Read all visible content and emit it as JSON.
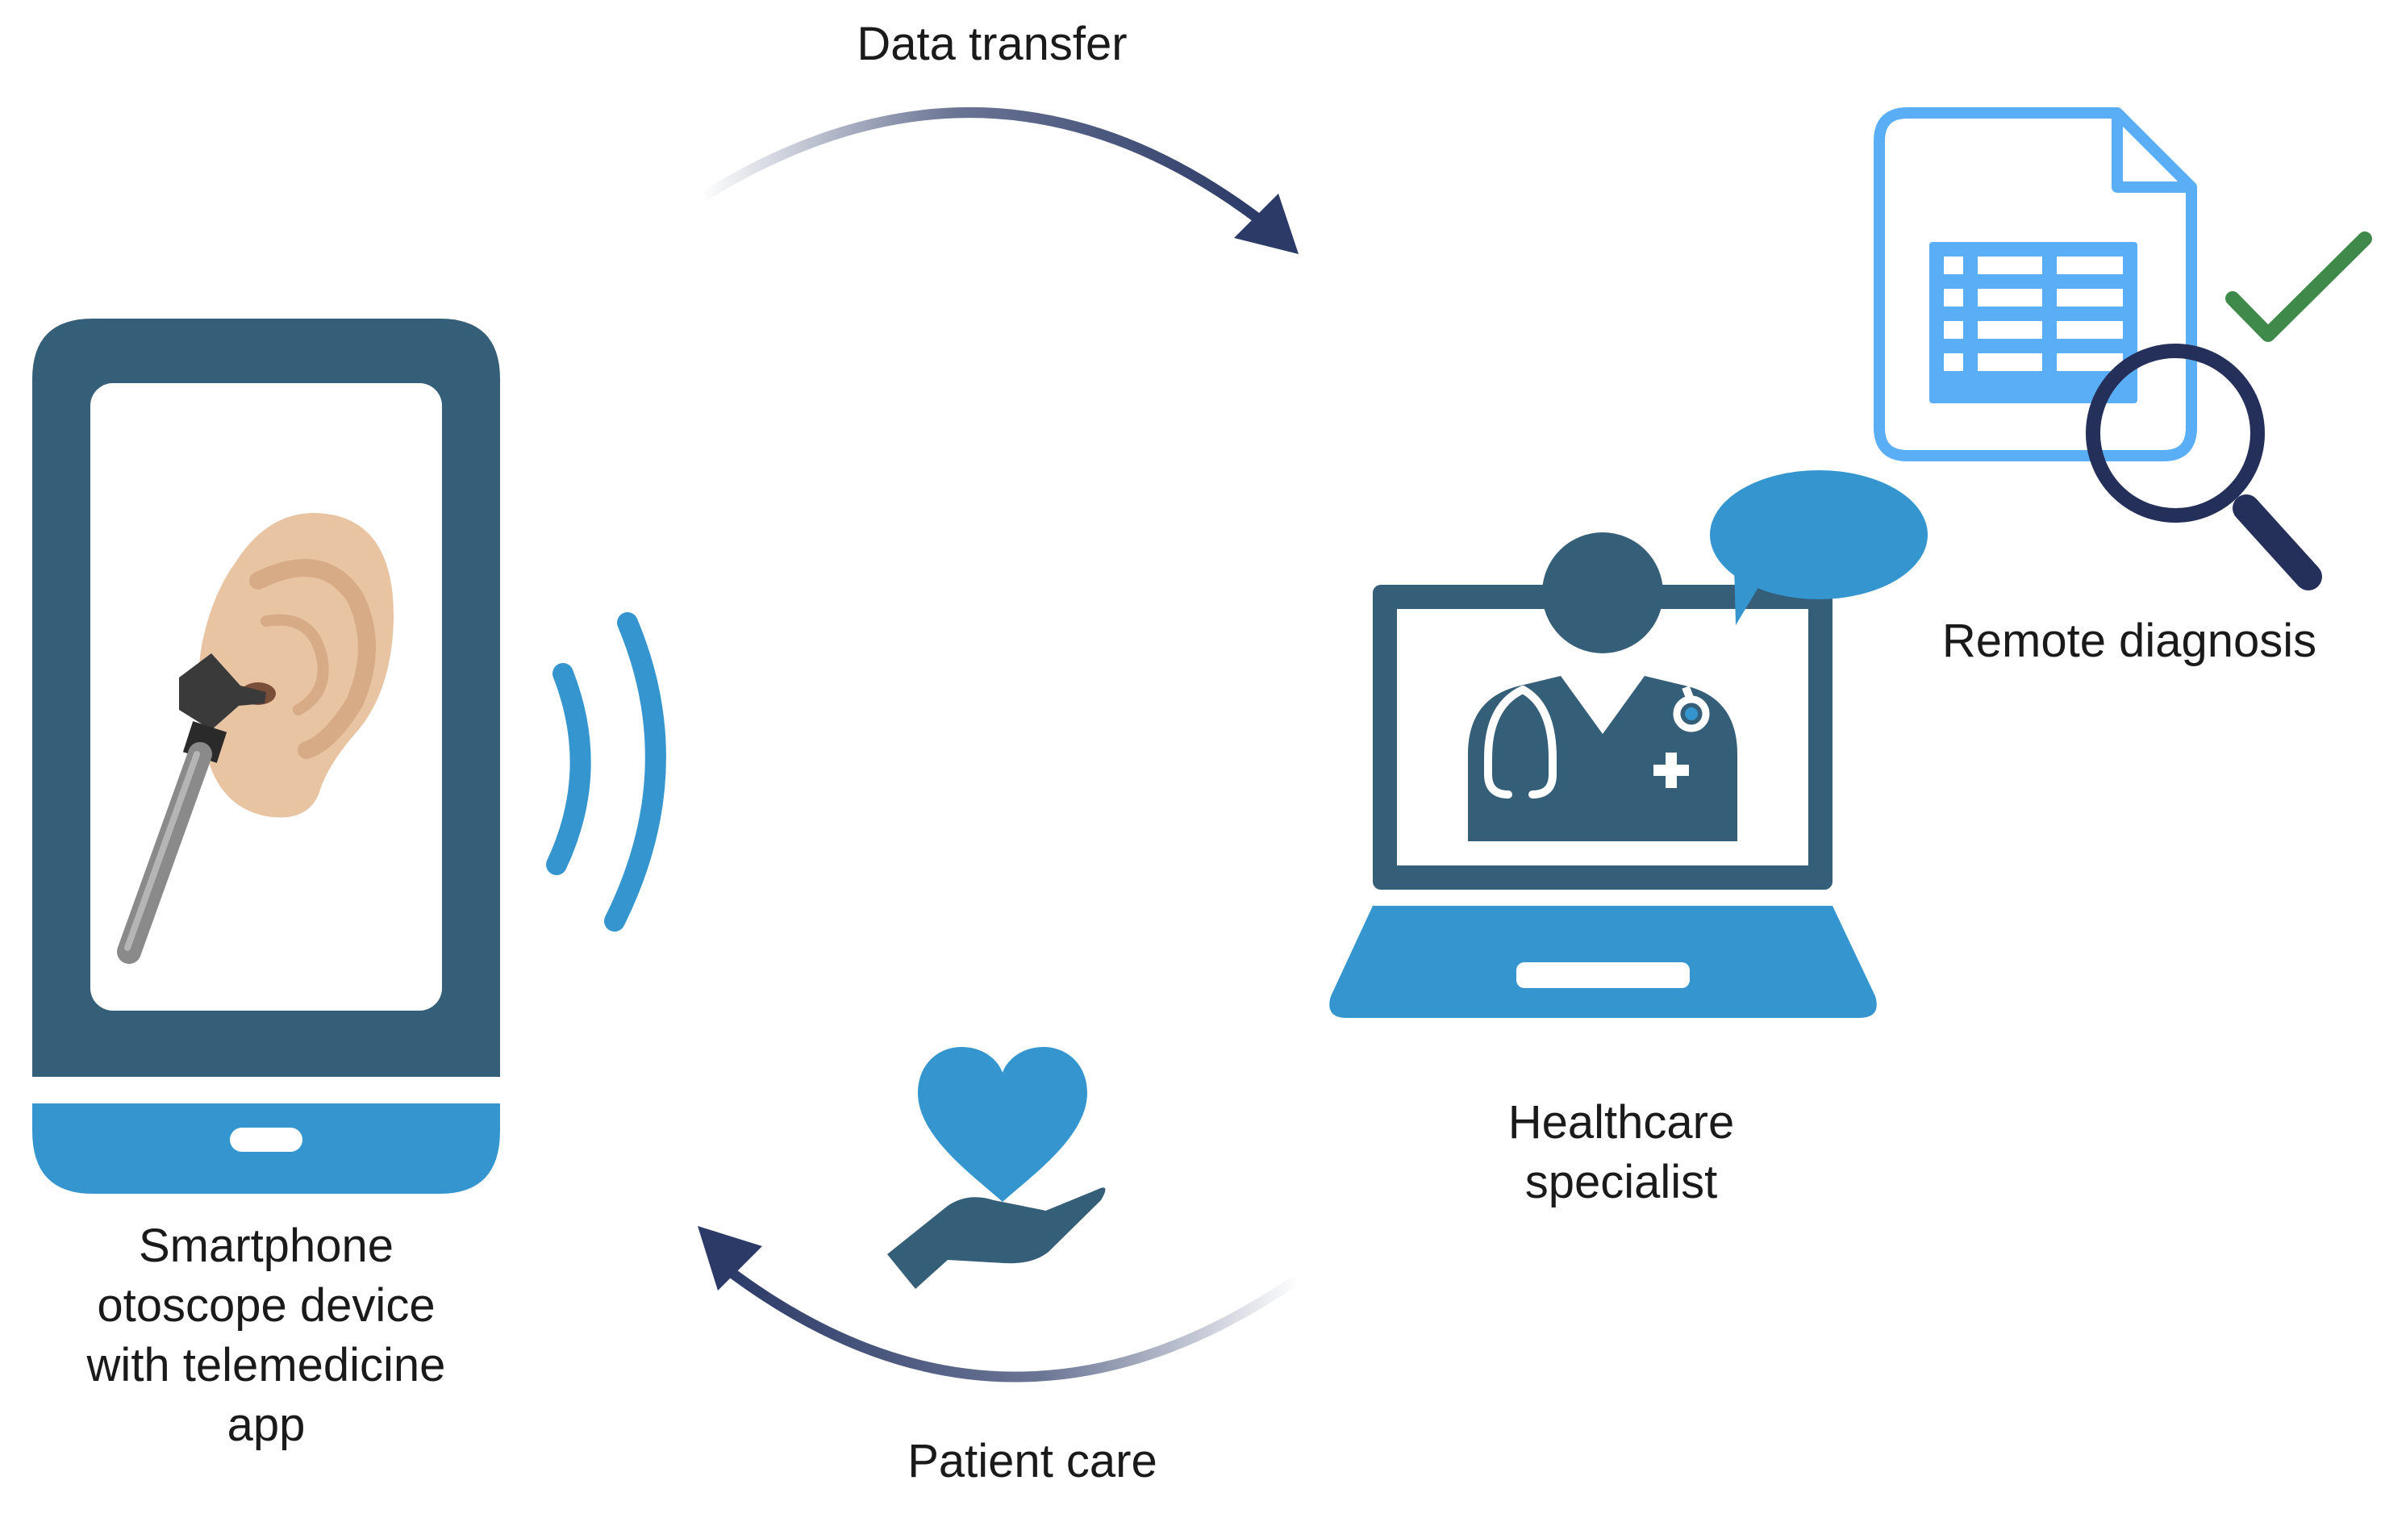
{
  "labels": {
    "data_transfer": "Data transfer",
    "remote_diagnosis": "Remote diagnosis",
    "healthcare_specialist": [
      "Healthcare",
      "specialist"
    ],
    "smartphone": [
      "Smartphone",
      "otoscope device",
      "with telemedicine",
      "app"
    ],
    "patient_care": "Patient care"
  },
  "colors": {
    "dark_slate": "#355f78",
    "blue": "#3596cf",
    "light_blue": "#5aaef5",
    "arrow_navy": "#2b3a67",
    "magnifier_navy": "#25305a",
    "check_green": "#3f8a4a",
    "ear_skin": "#e9c4a2",
    "ear_shadow": "#d6ab86",
    "otoscope_gray": "#8a8a8a"
  },
  "icons": {
    "phone": "smartphone-icon",
    "ear": "ear-icon",
    "otoscope": "otoscope-icon",
    "signal": "wireless-signal-icon",
    "laptop": "laptop-icon",
    "doctor": "doctor-icon",
    "speech": "speech-bubble-icon",
    "report": "spreadsheet-document-icon",
    "magnifier": "magnifier-icon",
    "check": "checkmark-icon",
    "heart_hand": "heart-in-hand-icon"
  }
}
